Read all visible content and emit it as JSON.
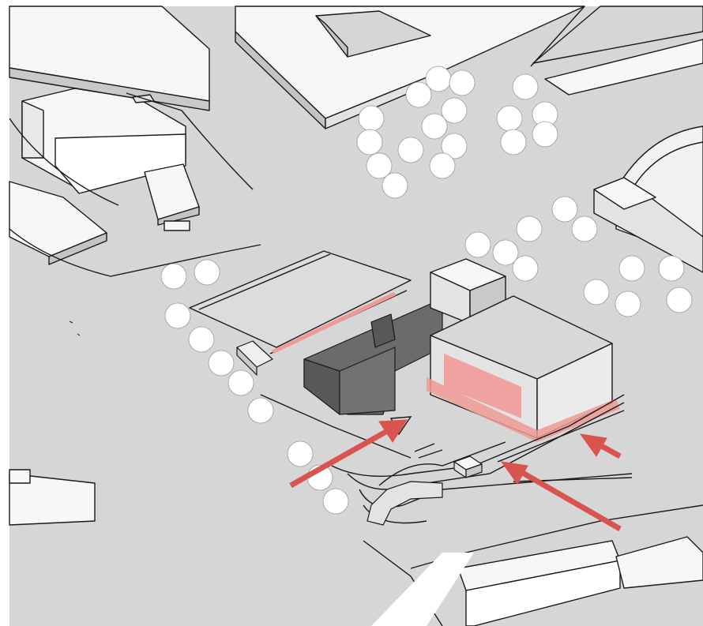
{
  "diagram": {
    "type": "axonometric-site-massing",
    "palette": {
      "ground": "#d6d6d6",
      "roof": "#f7f7f7",
      "wall_light": "#e3e3e3",
      "wall_shadow": "#c4c4c4",
      "existing_dark": "#6b6b6b",
      "existing_dark_side": "#585858",
      "accent": "#d9534f",
      "accent_fill": "#ef9a97",
      "line": "#1a1a1a",
      "tree": "#ffffff"
    },
    "arrows": [
      {
        "name": "access-arrow-west",
        "direction": "north-east"
      },
      {
        "name": "access-arrow-south",
        "direction": "north-west"
      },
      {
        "name": "access-arrow-east",
        "direction": "north-west"
      }
    ],
    "highlighted_features": [
      "new-building-facade",
      "new-building-base-edge",
      "plaza-edge-line"
    ]
  }
}
